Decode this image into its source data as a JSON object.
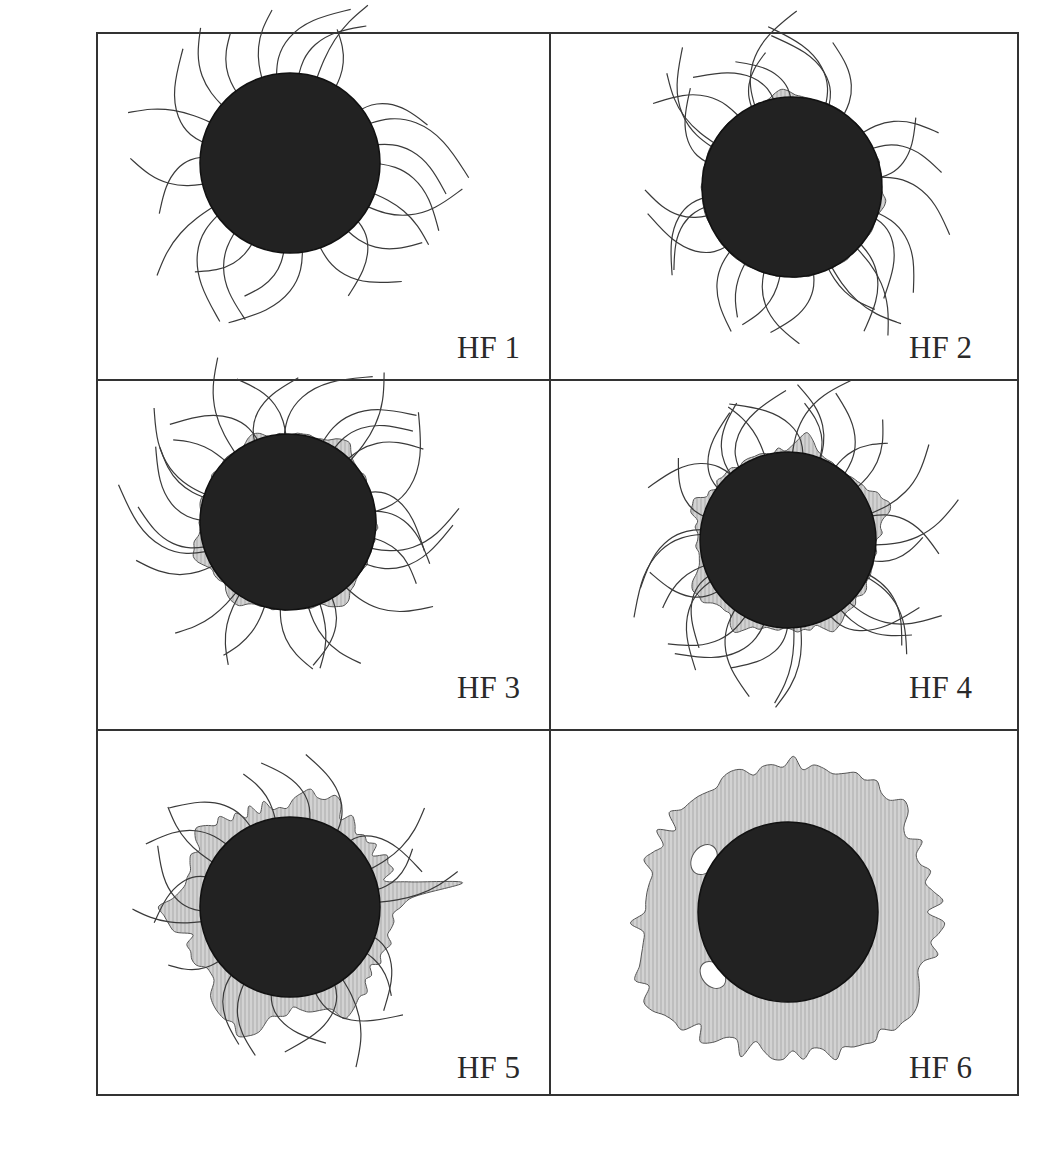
{
  "diagram": {
    "labels": [
      "HF 1",
      "HF 2",
      "HF 3",
      "HF 4",
      "HF 5",
      "HF 6"
    ]
  }
}
